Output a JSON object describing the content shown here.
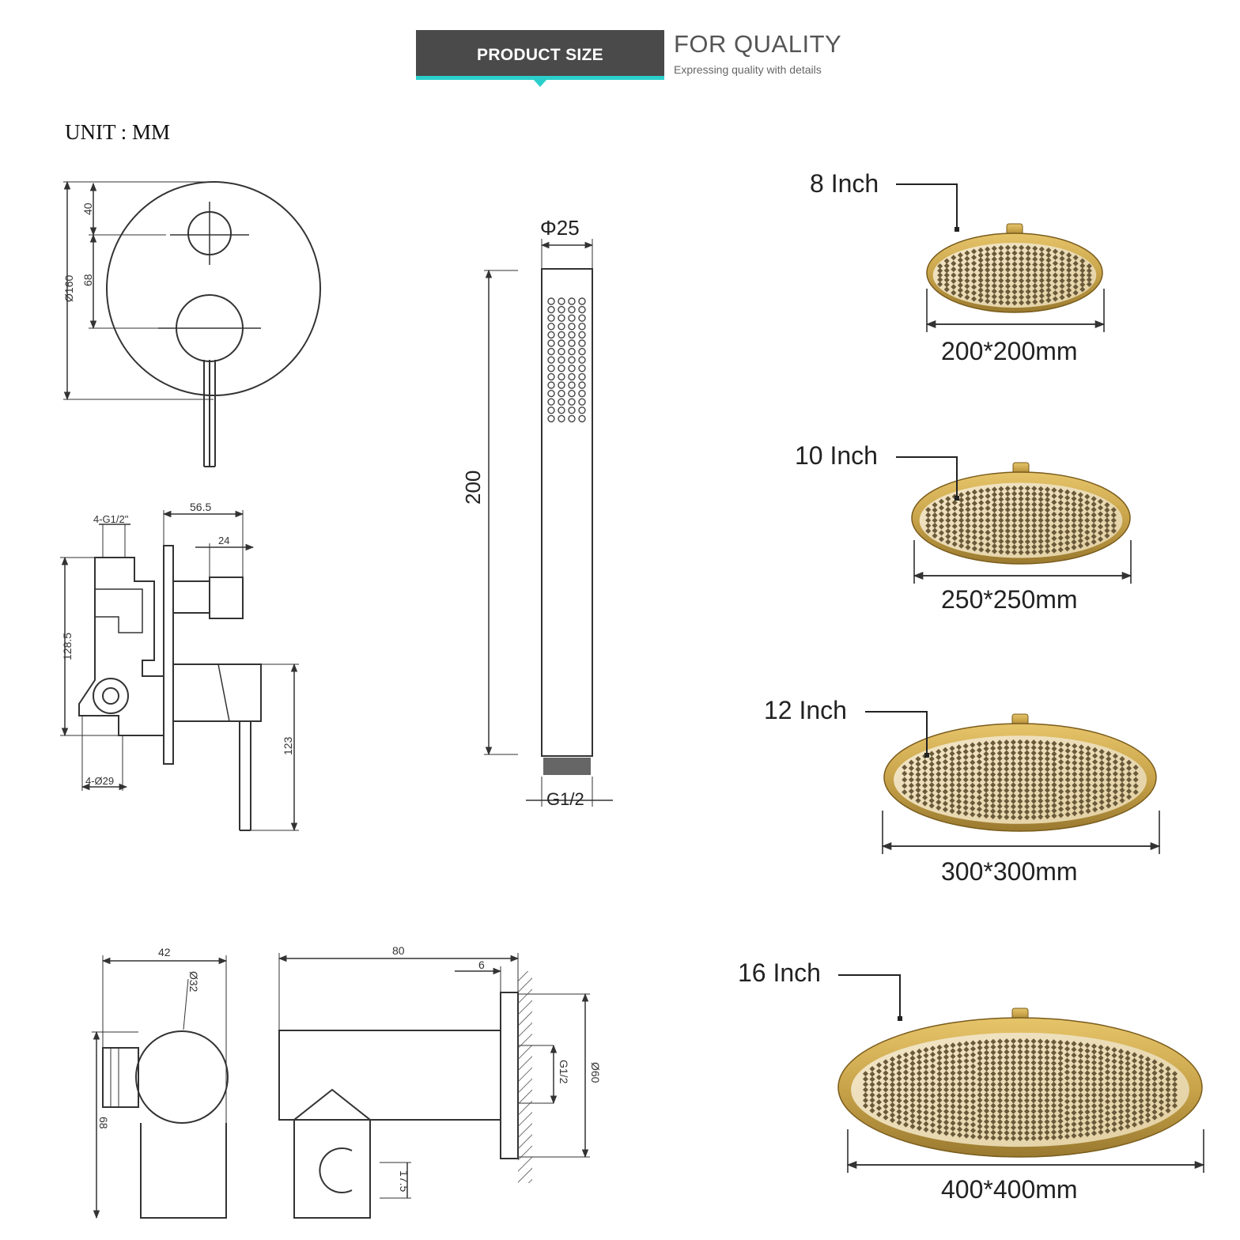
{
  "header": {
    "banner_label": "PRODUCT SIZE",
    "tagline": "FOR QUALITY",
    "subtitle": "Expressing quality with details"
  },
  "unit_label": "UNIT : MM",
  "valve_front": {
    "d_outer": "Ø160",
    "d_top": "40",
    "d_mid": "68"
  },
  "valve_side": {
    "inlet": "4-G1/2\"",
    "depth": "56.5",
    "knob": "24",
    "height": "128.5",
    "lever": "123",
    "outlet": "4-Ø29"
  },
  "hand_shower": {
    "diameter": "Φ25",
    "length": "200",
    "thread": "G1/2"
  },
  "holder_left": {
    "width": "42",
    "dia": "Ø32",
    "height": "68"
  },
  "holder_right": {
    "length": "80",
    "plate": "6",
    "thread": "G1/2",
    "plate_dia": "Ø60",
    "clip": "17.5"
  },
  "shower_heads": [
    {
      "label": "8 Inch",
      "size": "200*200mm"
    },
    {
      "label": "10 Inch",
      "size": "250*250mm"
    },
    {
      "label": "12 Inch",
      "size": "300*300mm"
    },
    {
      "label": "16 Inch",
      "size": "400*400mm"
    }
  ],
  "colors": {
    "banner": "#4a4a4a",
    "accent": "#2bd0cc",
    "gold": "#c9a44a"
  }
}
